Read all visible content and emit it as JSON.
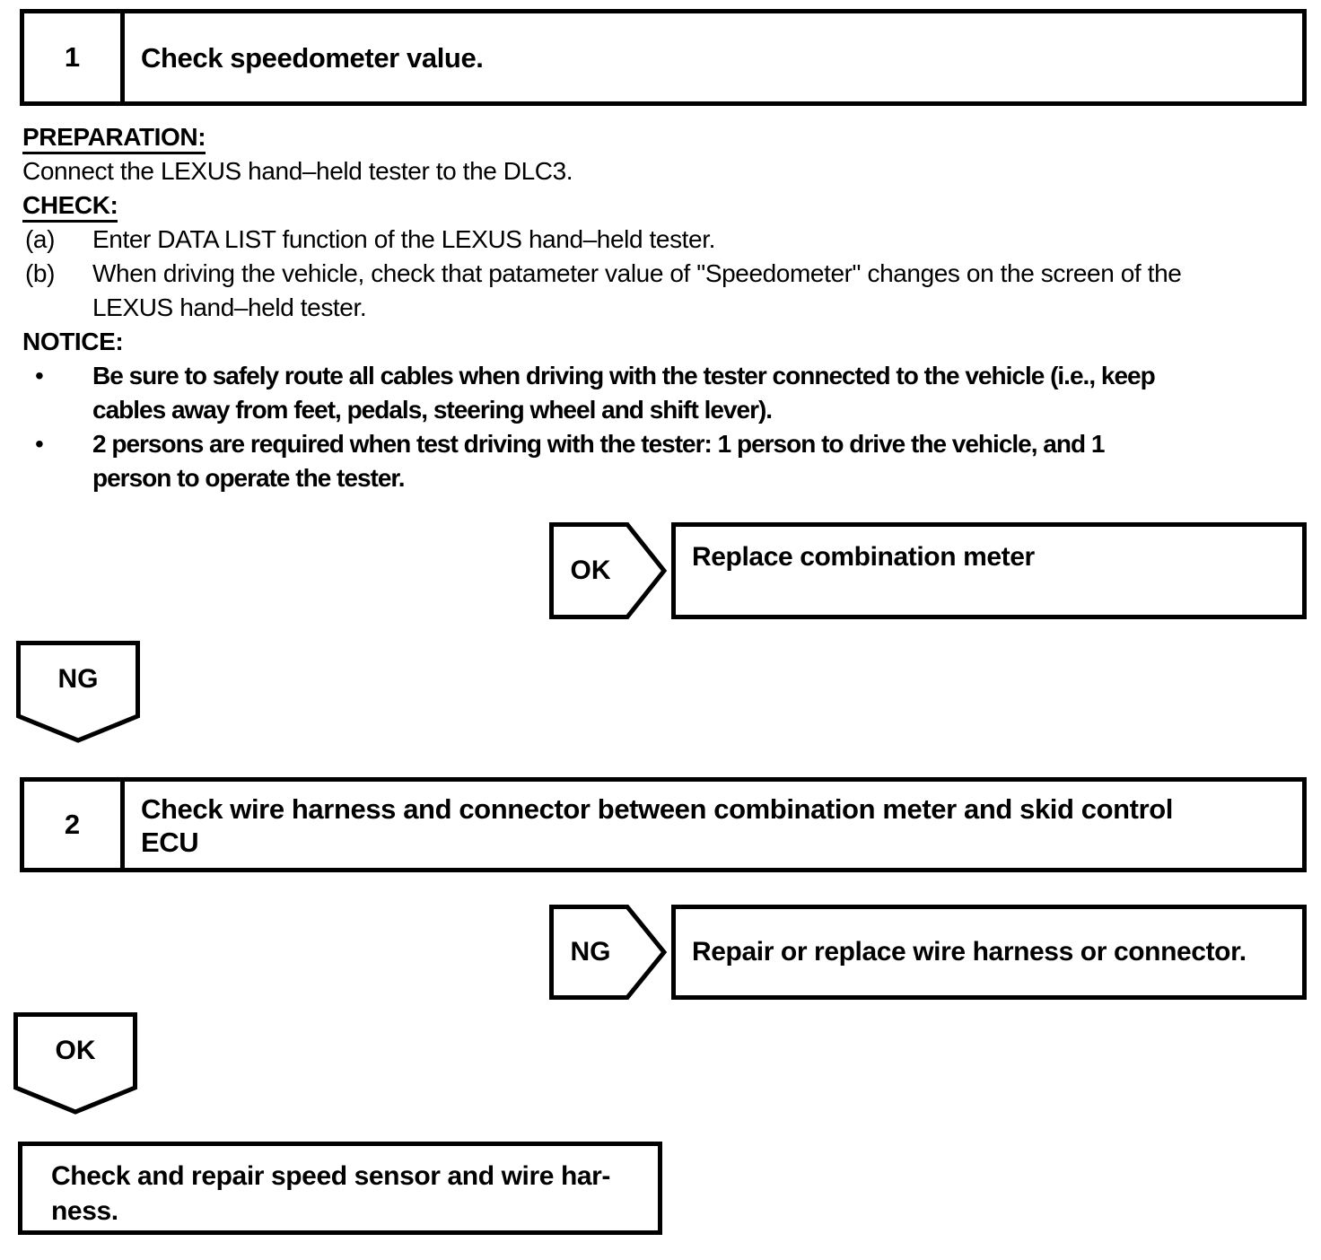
{
  "page": {
    "paper_color": "#ffffff",
    "ink_color": "#000000"
  },
  "step1": {
    "number": "1",
    "title": "Check speedometer value."
  },
  "procedure": {
    "preparation_label": "PREPARATION:",
    "preparation_text": "Connect the LEXUS hand–held tester to the DLC3.",
    "check_label": "CHECK:",
    "check_items": [
      {
        "label": "(a)",
        "text": "Enter DATA LIST function of the LEXUS hand–held tester."
      },
      {
        "label": "(b)",
        "text": "When driving the vehicle, check that patameter value of \"Speedometer\" changes on the screen of the\nLEXUS hand–held tester."
      }
    ],
    "notice_label": "NOTICE:",
    "notice_items": [
      {
        "bullet": "•",
        "text": "Be sure to safely route all cables when driving with the tester connected to the vehicle (i.e., keep\ncables away from feet, pedals, steering wheel and shift lever)."
      },
      {
        "bullet": "•",
        "text": "2 persons are required when test driving with the tester: 1 person to drive the vehicle, and 1\nperson to operate the tester."
      }
    ]
  },
  "flow1": {
    "ok_label": "OK",
    "ok_result": "Replace combination meter",
    "ng_label": "NG"
  },
  "step2": {
    "number": "2",
    "title": "Check wire harness and connector between combination meter and skid control\nECU"
  },
  "flow2": {
    "ng_label": "NG",
    "ng_result": "Repair or replace wire harness or connector.",
    "ok_label": "OK"
  },
  "final_box": {
    "text": "Check and repair speed sensor and wire har-\nness."
  }
}
